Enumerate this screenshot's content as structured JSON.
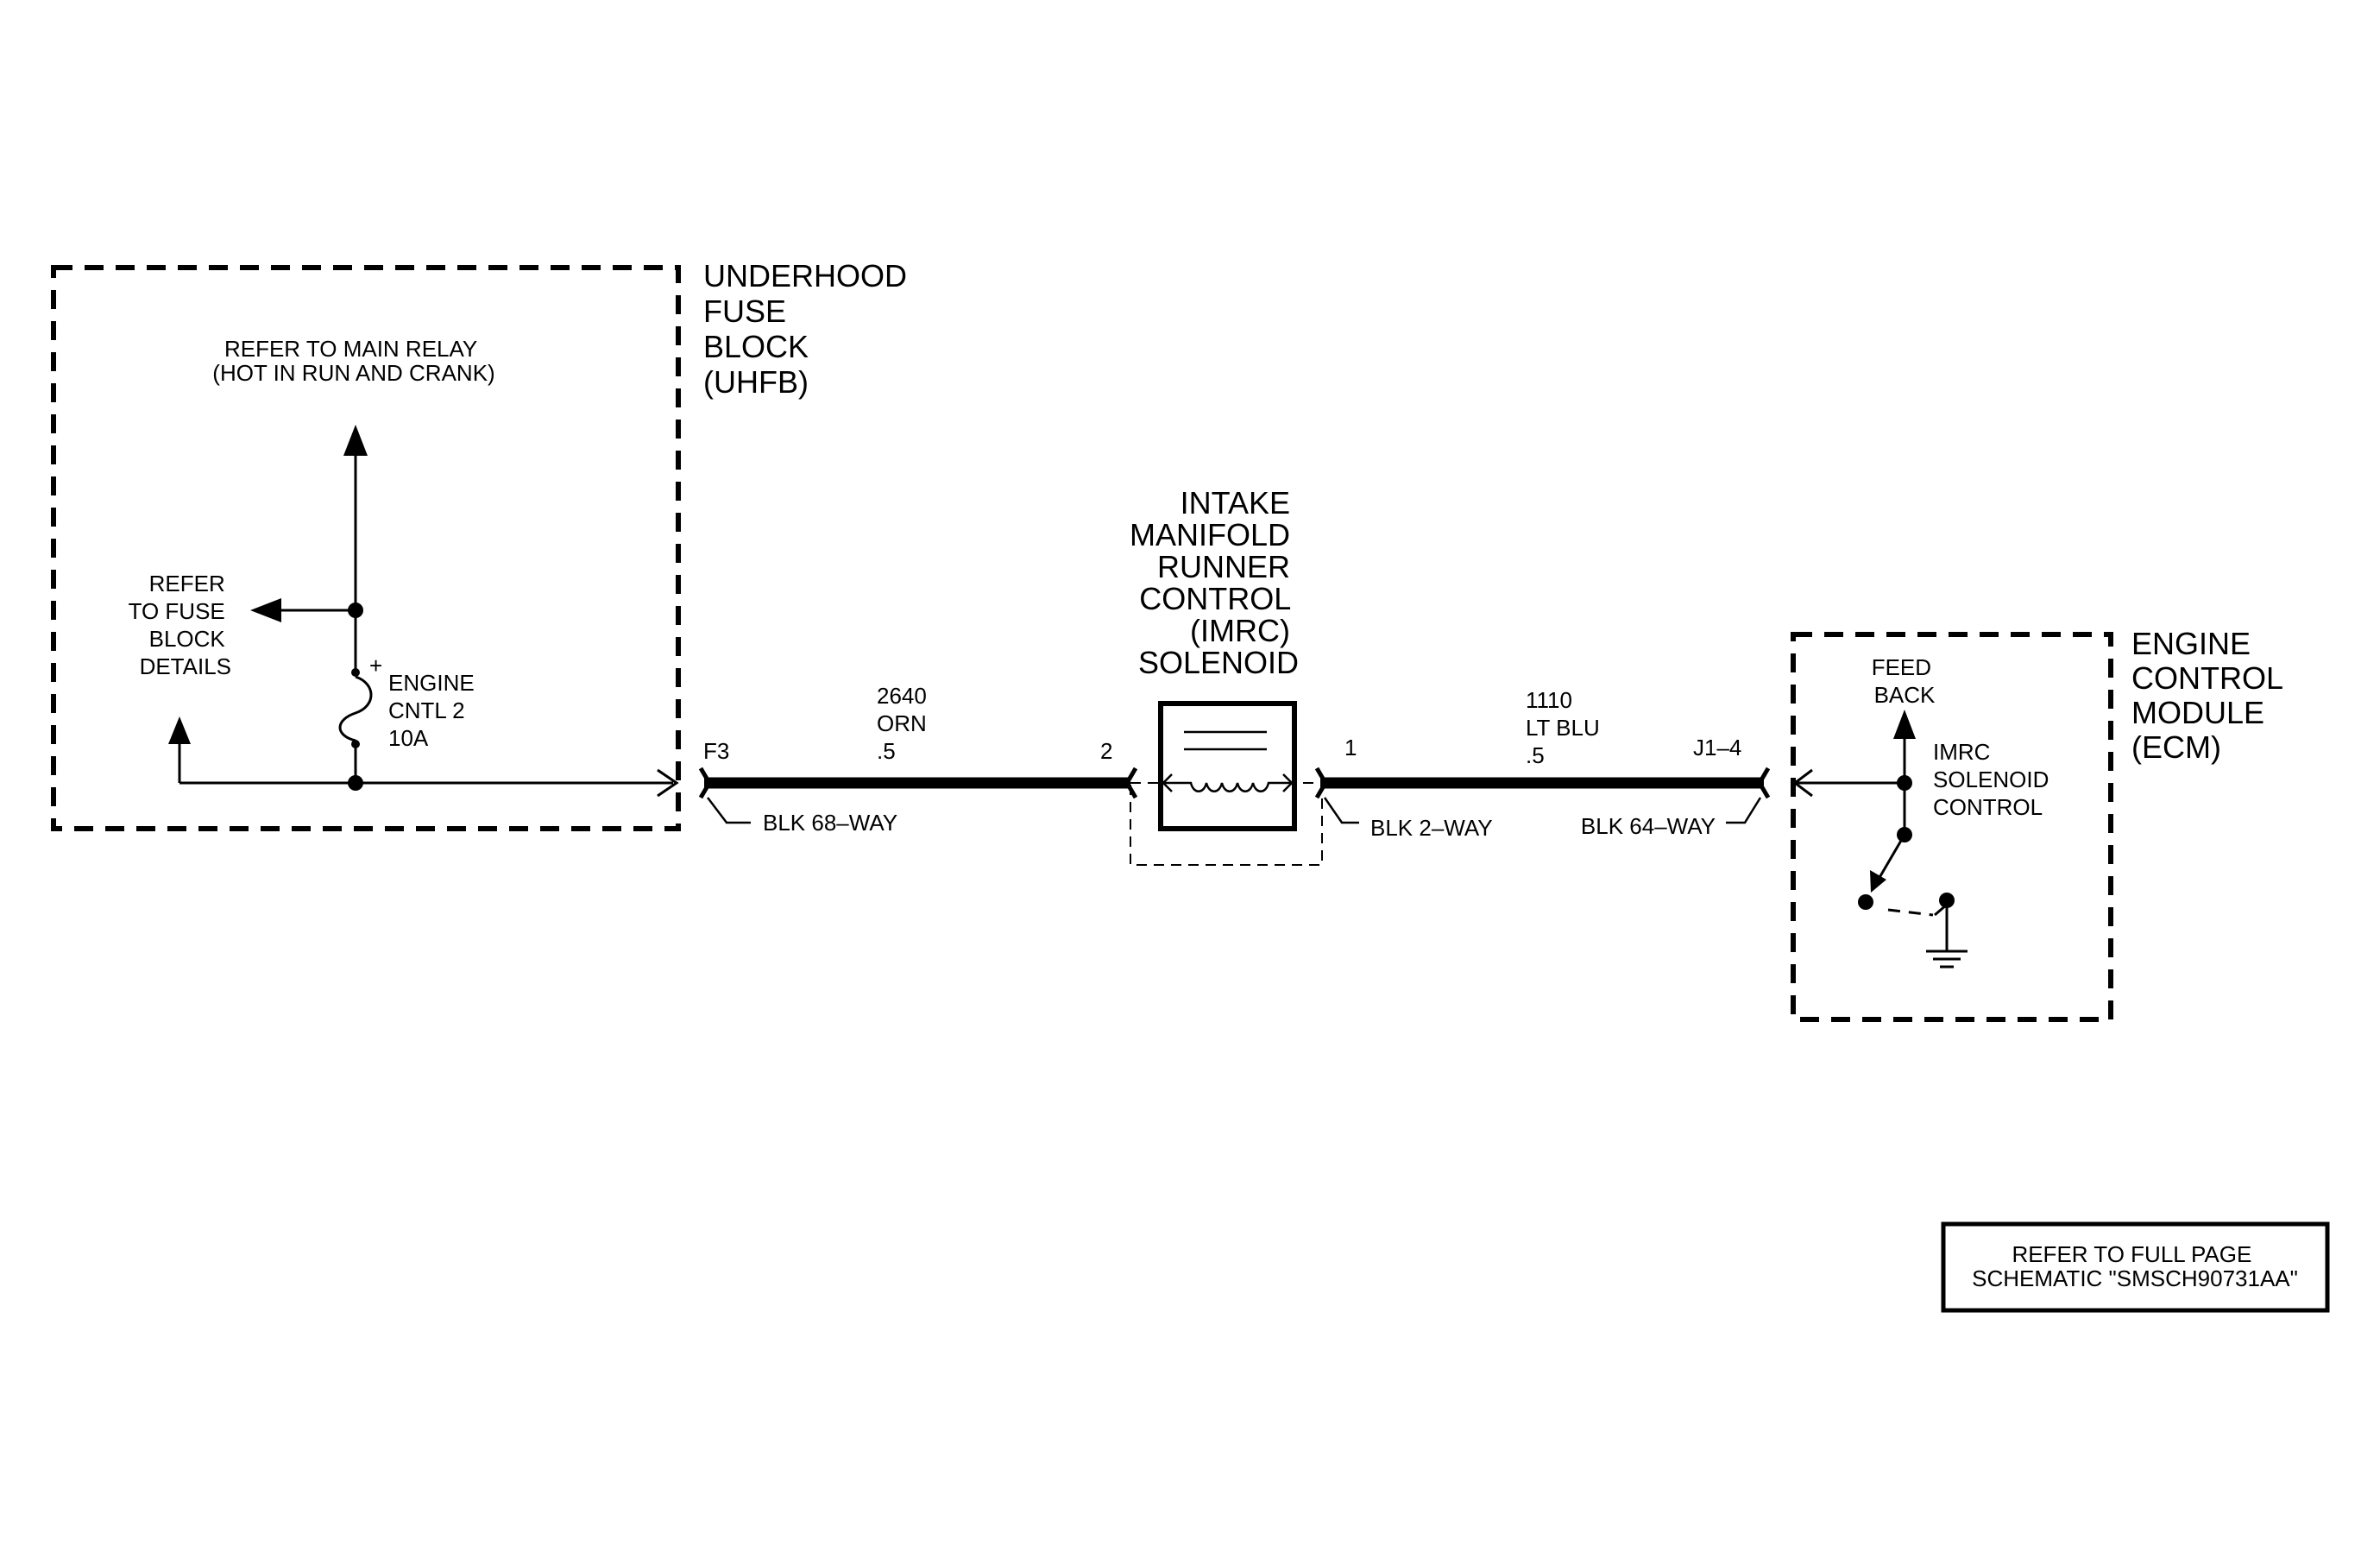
{
  "uhfb": {
    "title": [
      "UNDERHOOD",
      "FUSE",
      "BLOCK",
      "(UHFB)"
    ],
    "main_relay_ref": [
      "REFER TO MAIN RELAY",
      "(HOT IN RUN AND CRANK)"
    ],
    "fuse_block_ref": [
      "REFER",
      "TO FUSE",
      "BLOCK",
      "DETAILS"
    ],
    "fuse_label": [
      "ENGINE",
      "CNTL 2",
      "10A"
    ],
    "fuse_polarity": "+"
  },
  "circuit_left": {
    "pin_uhfb": "F3",
    "circuit_number": "2640",
    "wire_color": "ORN",
    "wire_gauge": ".5",
    "pin_solenoid": "2",
    "connector": "BLK 68–WAY"
  },
  "solenoid": {
    "title": [
      "INTAKE",
      "MANIFOLD",
      "RUNNER",
      "CONTROL",
      "(IMRC)",
      "SOLENOID"
    ]
  },
  "circuit_right": {
    "pin_solenoid": "1",
    "circuit_number": "1110",
    "wire_color": "LT BLU",
    "wire_gauge": ".5",
    "pin_ecm": "J1–4",
    "connector_solenoid": "BLK 2–WAY",
    "connector_ecm": "BLK 64–WAY"
  },
  "ecm": {
    "title": [
      "ENGINE",
      "CONTROL",
      "MODULE",
      "(ECM)"
    ],
    "feedback": [
      "FEED",
      "BACK"
    ],
    "control": [
      "IMRC",
      "SOLENOID",
      "CONTROL"
    ]
  },
  "note": [
    "REFER TO FULL PAGE",
    "SCHEMATIC \"SMSCH90731AA\""
  ]
}
